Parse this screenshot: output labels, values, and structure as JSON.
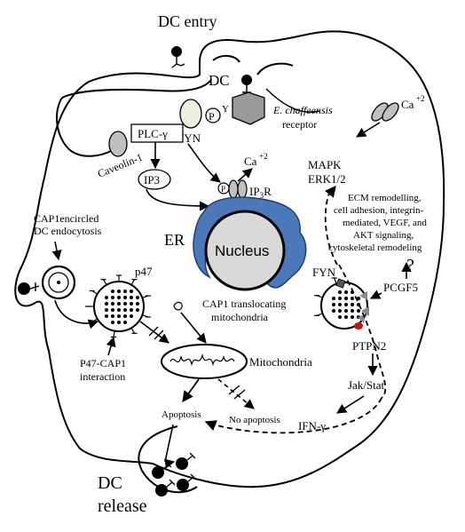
{
  "labels": {
    "dc_entry": "DC entry",
    "dc": "DC",
    "receptor_species": "E. chaffeensis",
    "receptor_word": "receptor",
    "plc": "PLC-γ",
    "p_circle": "P",
    "y_mark": "Y",
    "fyn_top": "FYN",
    "caveolin": "Caveolin-1",
    "ip3": "IP3",
    "ca_top": "Ca",
    "ca_sup": "+2",
    "p_small": "P",
    "ip3r_main": "IP",
    "ip3r_sub": "3",
    "ip3r_end": "R",
    "er": "ER",
    "nucleus": "Nucleus",
    "ca_right": "Ca",
    "ca_right_sup": "+2",
    "mapk": "MAPK",
    "erk": "ERK1/2",
    "signal_lines": [
      "ECM remodelling,",
      "cell adhesion, integrin-",
      "mediated, VEGF, and",
      "AKT signaling,",
      "cytoskeletal remodeling"
    ],
    "cap1_lines": [
      "CAP1encircled",
      "DC endocytosis"
    ],
    "p47": "p47",
    "cap1_trans_lines": [
      "CAP1 translocating",
      "mitochondria"
    ],
    "fyn_right": "FYN",
    "question": "?",
    "pcgf5": "PCGF5",
    "ptpn2": "PTPN2",
    "p47cap1_lines": [
      "P47-CAP1",
      "interaction"
    ],
    "mitochondria": "Mitochondria",
    "jakstat": "Jak/Stat",
    "apoptosis": "Apoptosis",
    "no_apoptosis": "No apoptosis",
    "ifn": "IFN-γ",
    "dc_release_lines": [
      "DC",
      "release"
    ]
  },
  "colors": {
    "er_blue": "#4a78b8",
    "er_stroke": "#1f3f73",
    "nucleus_fill": "#d9d9d9",
    "caveolin_fill": "#c0c0c0",
    "fyn_fill": "#eeeedd",
    "receptor_fill": "#9a9a9a",
    "triangle_fill": "#8a8a8a",
    "fyn_square_fill": "#555555",
    "red_dot": "#cc1111"
  }
}
